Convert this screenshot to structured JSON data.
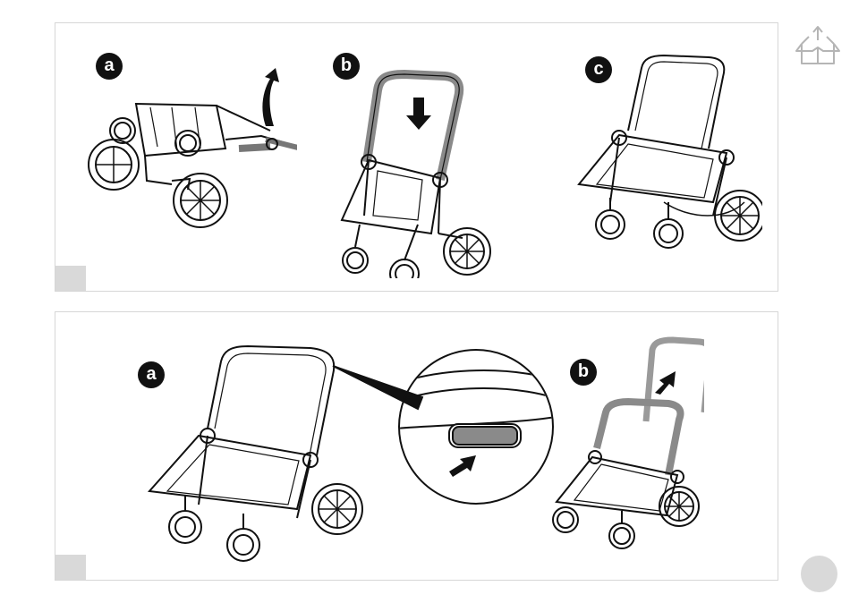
{
  "top_panel": {
    "steps": [
      {
        "label": "a"
      },
      {
        "label": "b"
      },
      {
        "label": "c"
      }
    ]
  },
  "bottom_panel": {
    "steps": [
      {
        "label": "a"
      },
      {
        "label": "b"
      }
    ]
  },
  "icons": {
    "unbox": "unbox-icon",
    "arrow": "arrow-icon"
  },
  "colors": {
    "panel_border": "#d6d6d6",
    "step_box": "#d9d9d9",
    "badge": "#111111",
    "highlight_grey": "#8a8a8a"
  }
}
